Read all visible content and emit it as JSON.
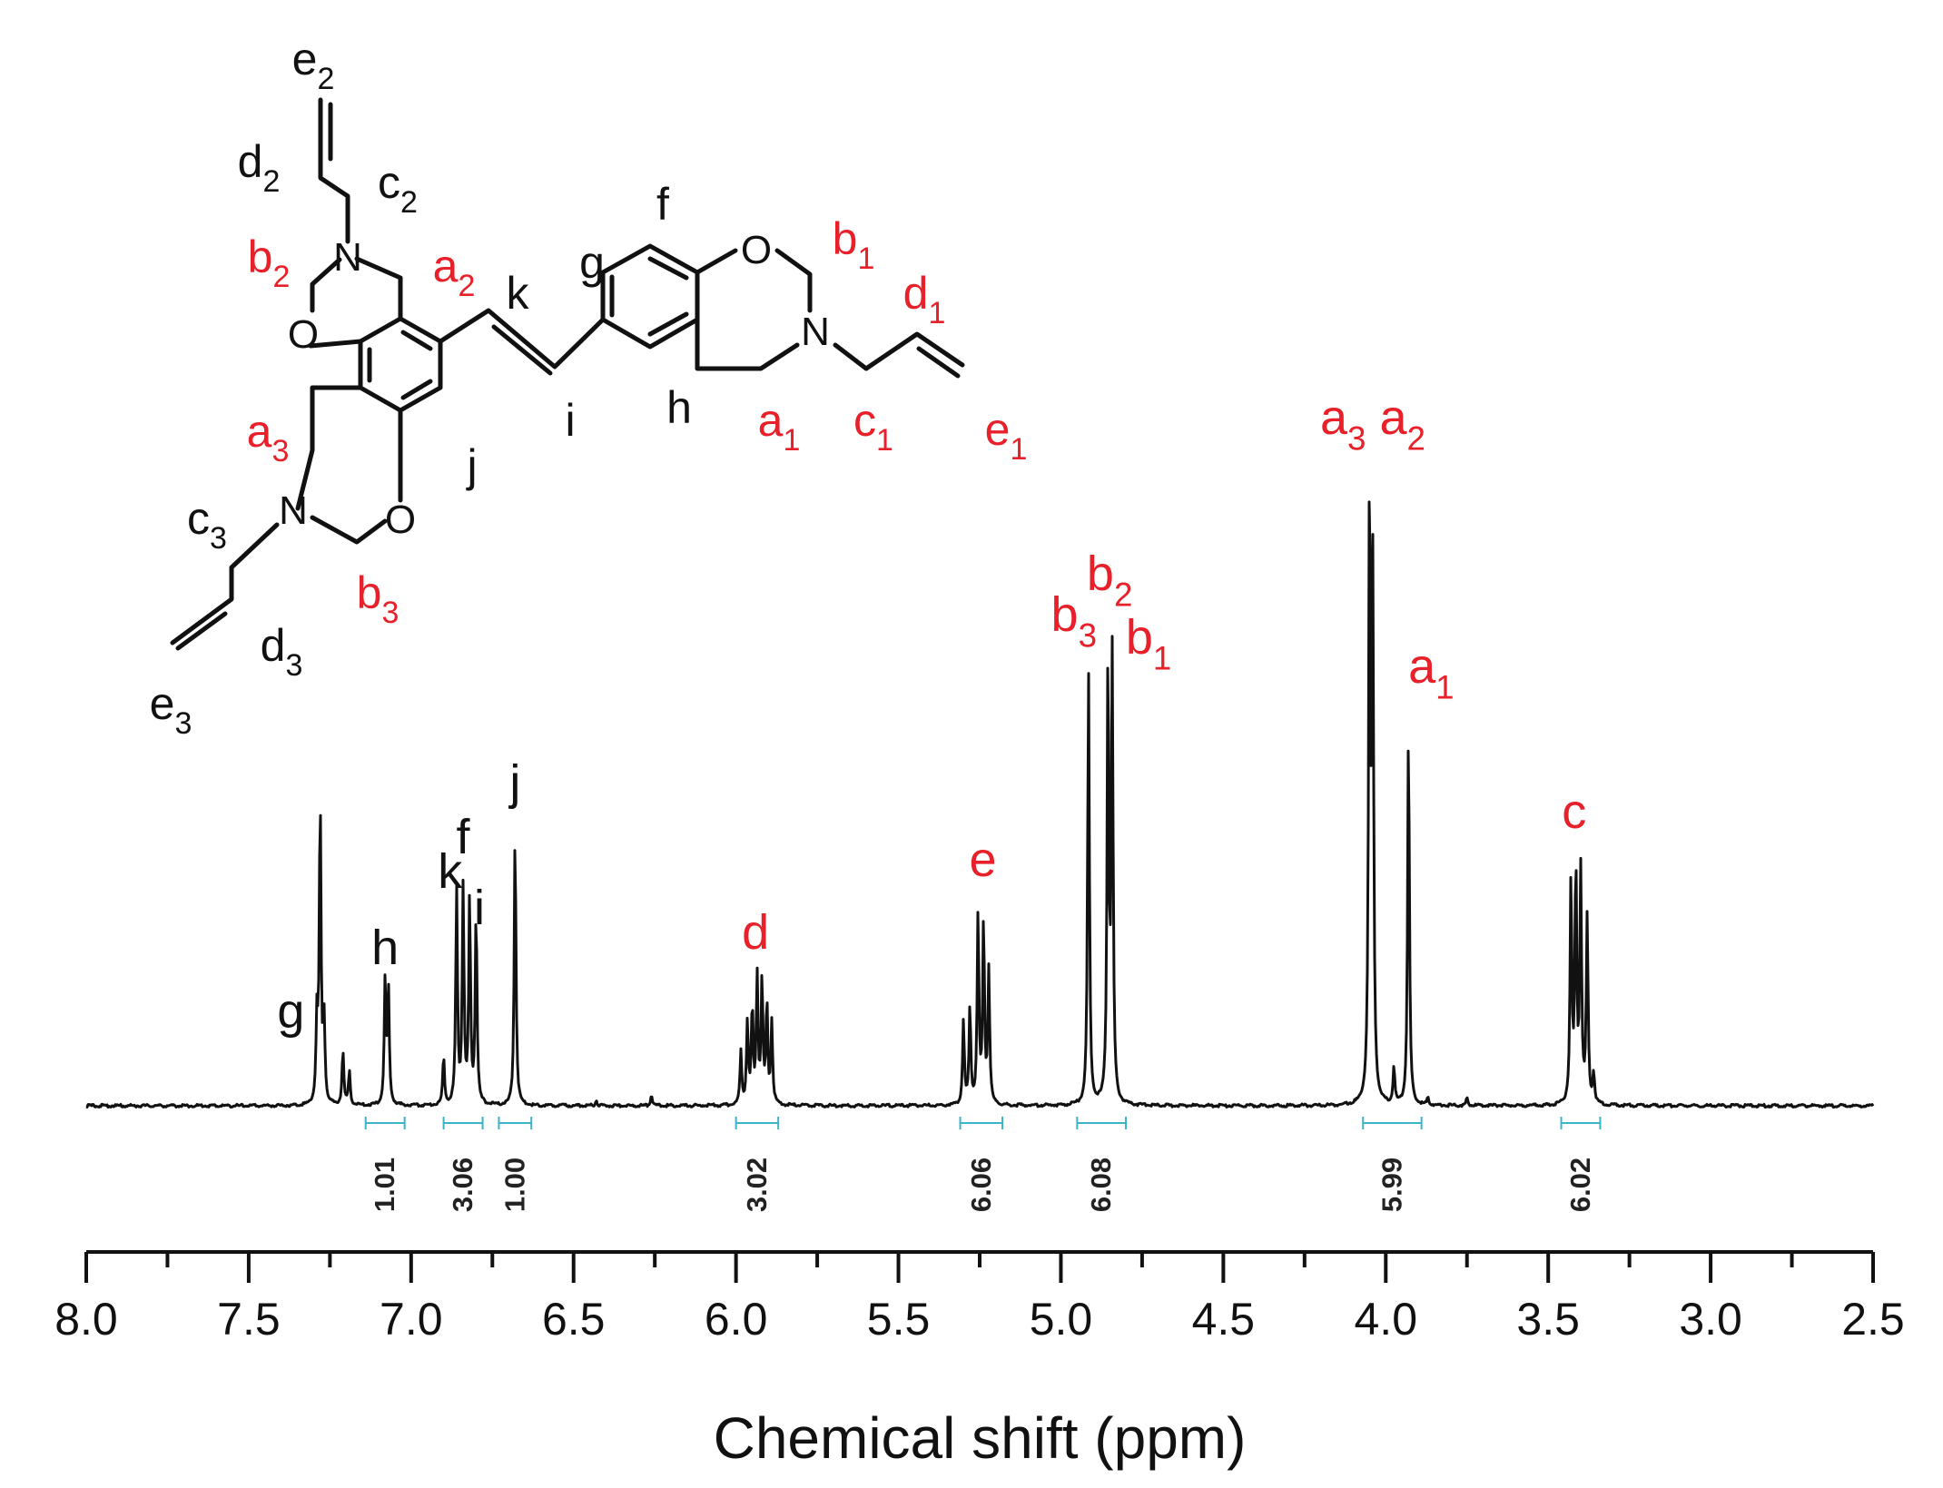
{
  "colors": {
    "ink": "#111111",
    "red": "#e8202a",
    "integral": "#3cb4c8"
  },
  "chart_data": {
    "type": "line",
    "xlabel": "Chemical shift (ppm)",
    "xlim": [
      8.0,
      2.5
    ],
    "x_reversed": true,
    "ticks": [
      "8.0",
      "7.5",
      "7.0",
      "6.5",
      "6.0",
      "5.5",
      "5.0",
      "4.5",
      "4.0",
      "3.5",
      "3.0",
      "2.5"
    ],
    "peak_labels": [
      {
        "id": "g",
        "parts": [
          [
            "g",
            ""
          ]
        ],
        "color": "#111111",
        "x": 7.37
      },
      {
        "id": "h",
        "parts": [
          [
            "h",
            ""
          ]
        ],
        "color": "#111111",
        "x": 7.08
      },
      {
        "id": "k",
        "parts": [
          [
            "k",
            ""
          ]
        ],
        "color": "#111111",
        "x": 6.88
      },
      {
        "id": "f",
        "parts": [
          [
            "f",
            ""
          ]
        ],
        "color": "#111111",
        "x": 6.84
      },
      {
        "id": "i",
        "parts": [
          [
            "i",
            ""
          ]
        ],
        "color": "#111111",
        "x": 6.81
      },
      {
        "id": "j",
        "parts": [
          [
            "j",
            ""
          ]
        ],
        "color": "#111111",
        "x": 6.68
      },
      {
        "id": "d",
        "parts": [
          [
            "d",
            ""
          ]
        ],
        "color": "#e8202a",
        "x": 5.94
      },
      {
        "id": "e",
        "parts": [
          [
            "e",
            ""
          ]
        ],
        "color": "#e8202a",
        "x": 5.24
      },
      {
        "id": "b3",
        "parts": [
          [
            "b",
            "3"
          ]
        ],
        "color": "#e8202a",
        "x": 4.92
      },
      {
        "id": "b2",
        "parts": [
          [
            "b",
            "2"
          ]
        ],
        "color": "#e8202a",
        "x": 4.85
      },
      {
        "id": "b1",
        "parts": [
          [
            "b",
            "1"
          ]
        ],
        "color": "#e8202a",
        "x": 4.74
      },
      {
        "id": "a3a2",
        "parts": [
          [
            "a",
            "3"
          ],
          [
            "a",
            "2"
          ]
        ],
        "color": "#e8202a",
        "x": 4.05
      },
      {
        "id": "a1",
        "parts": [
          [
            "a",
            "1"
          ]
        ],
        "color": "#e8202a",
        "x": 3.88
      },
      {
        "id": "c",
        "parts": [
          [
            "c",
            ""
          ]
        ],
        "color": "#e8202a",
        "x": 3.42
      }
    ],
    "integrals": [
      {
        "label": "1.01",
        "from": 7.14,
        "to": 7.02
      },
      {
        "label": "3.06",
        "from": 6.9,
        "to": 6.78
      },
      {
        "label": "1.00",
        "from": 6.73,
        "to": 6.63
      },
      {
        "label": "3.02",
        "from": 6.0,
        "to": 5.87
      },
      {
        "label": "6.06",
        "from": 5.31,
        "to": 5.18
      },
      {
        "label": "6.08",
        "from": 4.95,
        "to": 4.8
      },
      {
        "label": "5.99",
        "from": 4.07,
        "to": 3.89
      },
      {
        "label": "6.02",
        "from": 3.46,
        "to": 3.34
      }
    ],
    "baseline_intensity": 0,
    "ylim": [
      0,
      1.0
    ],
    "peaks": [
      {
        "x": 7.29,
        "h": 0.22
      },
      {
        "x": 7.28,
        "h": 0.82
      },
      {
        "x": 7.268,
        "h": 0.22
      },
      {
        "x": 7.21,
        "h": 0.15
      },
      {
        "x": 7.19,
        "h": 0.09
      },
      {
        "x": 7.08,
        "h": 0.33
      },
      {
        "x": 7.07,
        "h": 0.31
      },
      {
        "x": 6.9,
        "h": 0.13
      },
      {
        "x": 6.86,
        "h": 0.57
      },
      {
        "x": 6.84,
        "h": 0.58
      },
      {
        "x": 6.82,
        "h": 0.55
      },
      {
        "x": 6.8,
        "h": 0.52
      },
      {
        "x": 6.68,
        "h": 0.74
      },
      {
        "x": 6.43,
        "h": 0.015
      },
      {
        "x": 6.26,
        "h": 0.03
      },
      {
        "x": 5.985,
        "h": 0.14
      },
      {
        "x": 5.965,
        "h": 0.22
      },
      {
        "x": 5.95,
        "h": 0.26
      },
      {
        "x": 5.935,
        "h": 0.34
      },
      {
        "x": 5.92,
        "h": 0.33
      },
      {
        "x": 5.905,
        "h": 0.27
      },
      {
        "x": 5.89,
        "h": 0.22
      },
      {
        "x": 5.3,
        "h": 0.22
      },
      {
        "x": 5.28,
        "h": 0.26
      },
      {
        "x": 5.255,
        "h": 0.51
      },
      {
        "x": 5.238,
        "h": 0.49
      },
      {
        "x": 5.222,
        "h": 0.36
      },
      {
        "x": 4.915,
        "h": 1.17
      },
      {
        "x": 4.855,
        "h": 1.21
      },
      {
        "x": 4.842,
        "h": 1.19
      },
      {
        "x": 4.05,
        "h": 1.68
      },
      {
        "x": 4.04,
        "h": 1.38
      },
      {
        "x": 3.975,
        "h": 0.1
      },
      {
        "x": 3.93,
        "h": 1.02
      },
      {
        "x": 3.87,
        "h": 0.02
      },
      {
        "x": 3.75,
        "h": 0.02
      },
      {
        "x": 3.43,
        "h": 0.6
      },
      {
        "x": 3.415,
        "h": 0.64
      },
      {
        "x": 3.4,
        "h": 0.62
      },
      {
        "x": 3.38,
        "h": 0.5
      },
      {
        "x": 3.36,
        "h": 0.08
      }
    ]
  },
  "structure": {
    "atoms": {
      "N": "N",
      "O": "O"
    },
    "labels": [
      {
        "id": "e2",
        "parts": [
          [
            "e",
            "2"
          ]
        ],
        "color": "#111111"
      },
      {
        "id": "d2",
        "parts": [
          [
            "d",
            "2"
          ]
        ],
        "color": "#111111"
      },
      {
        "id": "c2",
        "parts": [
          [
            "c",
            "2"
          ]
        ],
        "color": "#111111"
      },
      {
        "id": "b2",
        "parts": [
          [
            "b",
            "2"
          ]
        ],
        "color": "#e8202a"
      },
      {
        "id": "a2",
        "parts": [
          [
            "a",
            "2"
          ]
        ],
        "color": "#e8202a"
      },
      {
        "id": "k",
        "parts": [
          [
            "k",
            ""
          ]
        ],
        "color": "#111111"
      },
      {
        "id": "g",
        "parts": [
          [
            "g",
            ""
          ]
        ],
        "color": "#111111"
      },
      {
        "id": "f",
        "parts": [
          [
            "f",
            ""
          ]
        ],
        "color": "#111111"
      },
      {
        "id": "b1",
        "parts": [
          [
            "b",
            "1"
          ]
        ],
        "color": "#e8202a"
      },
      {
        "id": "d1",
        "parts": [
          [
            "d",
            "1"
          ]
        ],
        "color": "#e8202a"
      },
      {
        "id": "a3",
        "parts": [
          [
            "a",
            "3"
          ]
        ],
        "color": "#e8202a"
      },
      {
        "id": "j",
        "parts": [
          [
            "j",
            ""
          ]
        ],
        "color": "#111111"
      },
      {
        "id": "i",
        "parts": [
          [
            "i",
            ""
          ]
        ],
        "color": "#111111"
      },
      {
        "id": "h",
        "parts": [
          [
            "h",
            ""
          ]
        ],
        "color": "#111111"
      },
      {
        "id": "a1",
        "parts": [
          [
            "a",
            "1"
          ]
        ],
        "color": "#e8202a"
      },
      {
        "id": "c1",
        "parts": [
          [
            "c",
            "1"
          ]
        ],
        "color": "#e8202a"
      },
      {
        "id": "e1",
        "parts": [
          [
            "e",
            "1"
          ]
        ],
        "color": "#e8202a"
      },
      {
        "id": "c3",
        "parts": [
          [
            "c",
            "3"
          ]
        ],
        "color": "#111111"
      },
      {
        "id": "b3",
        "parts": [
          [
            "b",
            "3"
          ]
        ],
        "color": "#e8202a"
      },
      {
        "id": "d3",
        "parts": [
          [
            "d",
            "3"
          ]
        ],
        "color": "#111111"
      },
      {
        "id": "e3",
        "parts": [
          [
            "e",
            "3"
          ]
        ],
        "color": "#111111"
      }
    ]
  }
}
